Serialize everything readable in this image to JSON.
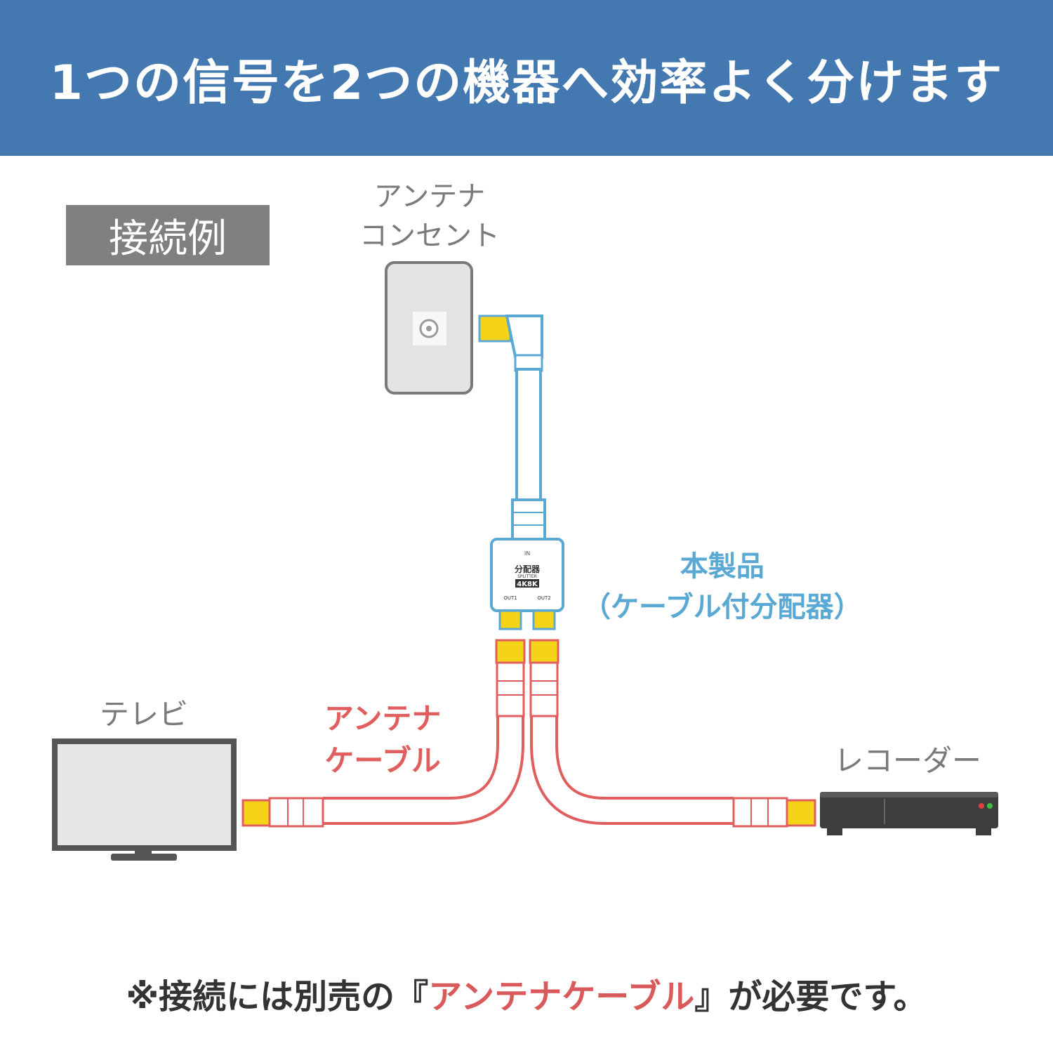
{
  "header": {
    "title": "1つの信号を2つの機器へ効率よく分けます"
  },
  "section_label": "接続例",
  "antenna_outlet": {
    "label_line1": "アンテナ",
    "label_line2": "コンセント"
  },
  "product": {
    "label_line1": "本製品",
    "label_line2": "（ケーブル付分配器）"
  },
  "splitter": {
    "in_label": "IN",
    "name": "分配器",
    "sub": "SPLITTER",
    "badge": "4K8K",
    "out1": "OUT1",
    "out2": "OUT2"
  },
  "antenna_cable": {
    "label_line1": "アンテナ",
    "label_line2": "ケーブル"
  },
  "tv": {
    "label": "テレビ"
  },
  "recorder": {
    "label": "レコーダー"
  },
  "note": {
    "prefix": "※接続には別売の『",
    "highlight": "アンテナケーブル",
    "suffix": "』が必要です。"
  },
  "colors": {
    "header_bg": "#4478b0",
    "product_blue": "#5aa8d4",
    "cable_red": "#e05e5e",
    "connector_yellow": "#f5d418"
  }
}
